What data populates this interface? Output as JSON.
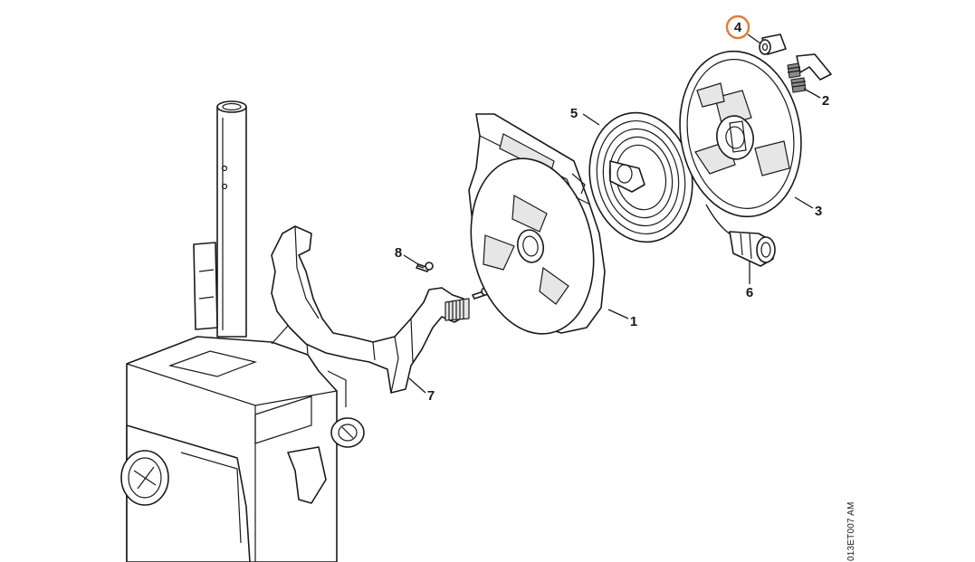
{
  "diagram": {
    "callouts": {
      "c1": "1",
      "c2": "2",
      "c3": "3",
      "c4": "4",
      "c5": "5",
      "c6": "6",
      "c7": "7",
      "c8": "8"
    },
    "highlighted_callout": "4",
    "highlight_color": "#e07b39",
    "reference_code": "013ET007 AM"
  }
}
